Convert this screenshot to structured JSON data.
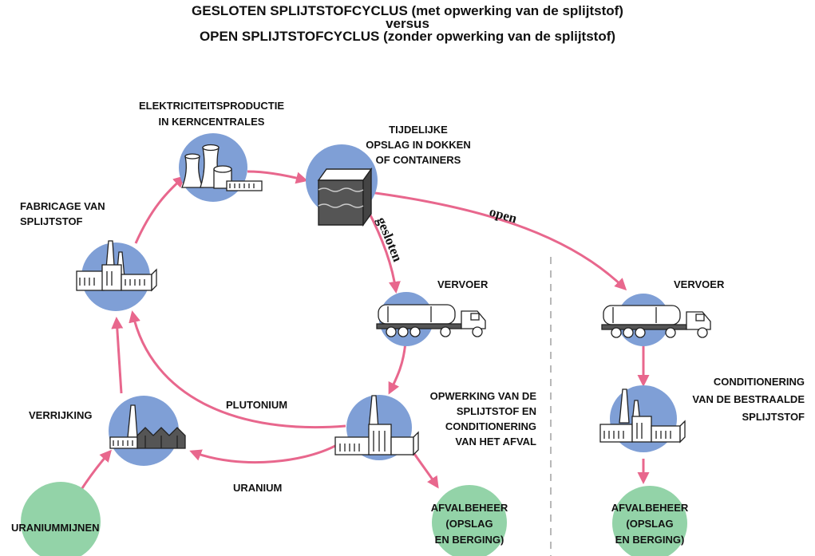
{
  "title": {
    "line1": "GESLOTEN SPLIJTSTOFCYCLUS (met opwerking van de splijtstof)",
    "line2": "versus",
    "line3": "OPEN SPLIJTSTOFCYCLUS (zonder opwerking van de splijtstof)"
  },
  "colors": {
    "node_blue": "#7f9fd6",
    "node_green": "#93d3a8",
    "arrow_pink": "#e8678d",
    "divider": "#888888"
  },
  "nodes": {
    "electricity": {
      "label_1": "ELEKTRICITEITSPRODUCTIE",
      "label_2": "IN KERNCENTRALES",
      "icon": "cooling-towers-icon"
    },
    "storage": {
      "label_1": "TIJDELIJKE",
      "label_2": "OPSLAG IN DOKKEN",
      "label_3": "OF CONTAINERS",
      "icon": "storage-pool-icon"
    },
    "fabrication": {
      "label_1": "FABRICAGE VAN",
      "label_2": "SPLIJTSTOF",
      "icon": "factory-icon"
    },
    "transport_closed": {
      "label": "VERVOER",
      "icon": "truck-icon"
    },
    "transport_open": {
      "label": "VERVOER",
      "icon": "truck-icon"
    },
    "reprocessing": {
      "label_1": "OPWERKING VAN DE",
      "label_2": "SPLIJTSTOF EN",
      "label_3": "CONDITIONERING",
      "label_4": "VAN HET AFVAL",
      "icon": "plant-icon"
    },
    "enrichment": {
      "label": "VERRIJKING",
      "icon": "enrichment-plant-icon"
    },
    "mines": {
      "label": "URANIUMMIJNEN"
    },
    "waste_closed": {
      "label_1": "AFVALBEHEER",
      "label_2": "(OPSLAG",
      "label_3": "EN BERGING)"
    },
    "conditioning_open": {
      "label_1": "CONDITIONERING",
      "label_2": "VAN DE BESTRAALDE",
      "label_3": "SPLIJTSTOF",
      "icon": "plant-icon"
    },
    "waste_open": {
      "label_1": "AFVALBEHEER",
      "label_2": "(OPSLAG",
      "label_3": "EN BERGING)"
    }
  },
  "flows": {
    "closed": "gesloten",
    "open": "open",
    "plutonium": "PLUTONIUM",
    "uranium": "URANIUM"
  }
}
